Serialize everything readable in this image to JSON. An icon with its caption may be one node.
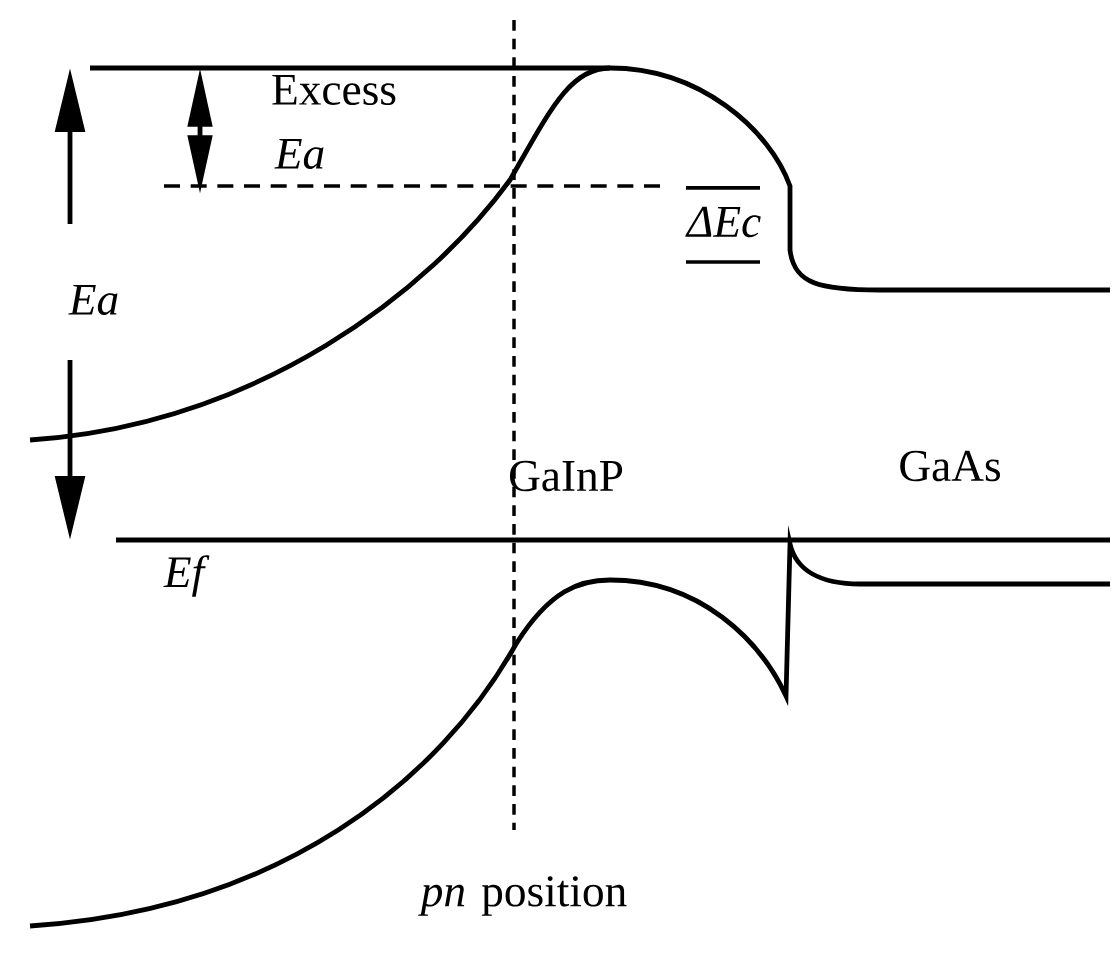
{
  "diagram": {
    "labels": [
      "Excess",
      "Ea",
      "ΔEc",
      "Ea",
      "GaInP",
      "GaAs",
      "Ef",
      "*pn* position"
    ]
  }
}
